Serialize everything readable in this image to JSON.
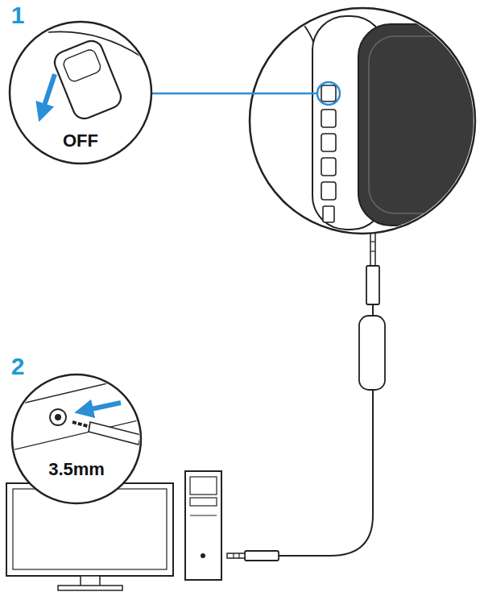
{
  "diagram": {
    "labels": [
      "1",
      "OFF",
      "2",
      "3.5mm"
    ]
  }
}
